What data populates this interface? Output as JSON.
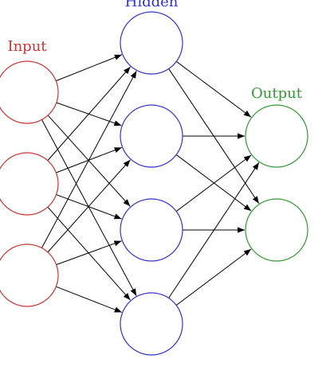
{
  "layers": [
    {
      "label": "Input",
      "color": "#cc3333",
      "node_count": 3
    },
    {
      "label": "Hidden",
      "color": "#3333cc",
      "node_count": 4
    },
    {
      "label": "Output",
      "color": "#339933",
      "node_count": 2
    }
  ],
  "connections": "fully-connected between consecutive layers",
  "arrow_color": "#000000"
}
